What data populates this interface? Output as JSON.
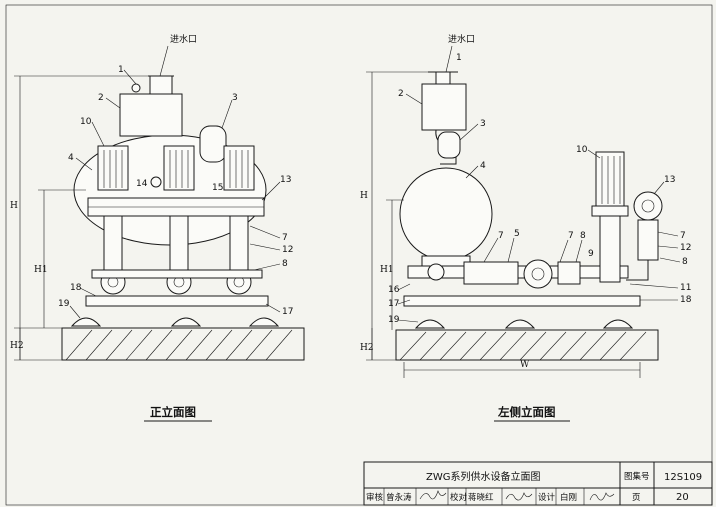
{
  "front": {
    "title": "正立面图",
    "inlet": "进水口",
    "dims": {
      "h": "H",
      "h1": "H1",
      "h2": "H2"
    },
    "callouts": [
      "1",
      "2",
      "3",
      "4",
      "10",
      "13",
      "14",
      "15",
      "7",
      "12",
      "8",
      "18",
      "19",
      "17"
    ]
  },
  "side": {
    "title": "左侧立面图",
    "inlet": "进水口",
    "dims": {
      "h": "H",
      "h1": "H1",
      "h2": "H2",
      "w": "W"
    },
    "callouts": [
      "1",
      "2",
      "3",
      "4",
      "10",
      "7",
      "5",
      "7",
      "8",
      "9",
      "13",
      "7",
      "12",
      "8",
      "16",
      "17",
      "19",
      "11",
      "18"
    ]
  },
  "title_block": {
    "title": "ZWG系列供水设备立面图",
    "atlas_label": "图集号",
    "atlas_no": "12S109",
    "review_label": "审核",
    "reviewer": "曾永涛",
    "check_label": "校对",
    "checker": "蒋晓红",
    "design_label": "设计",
    "designer": "白刚",
    "page_label": "页",
    "page_no": "20"
  }
}
